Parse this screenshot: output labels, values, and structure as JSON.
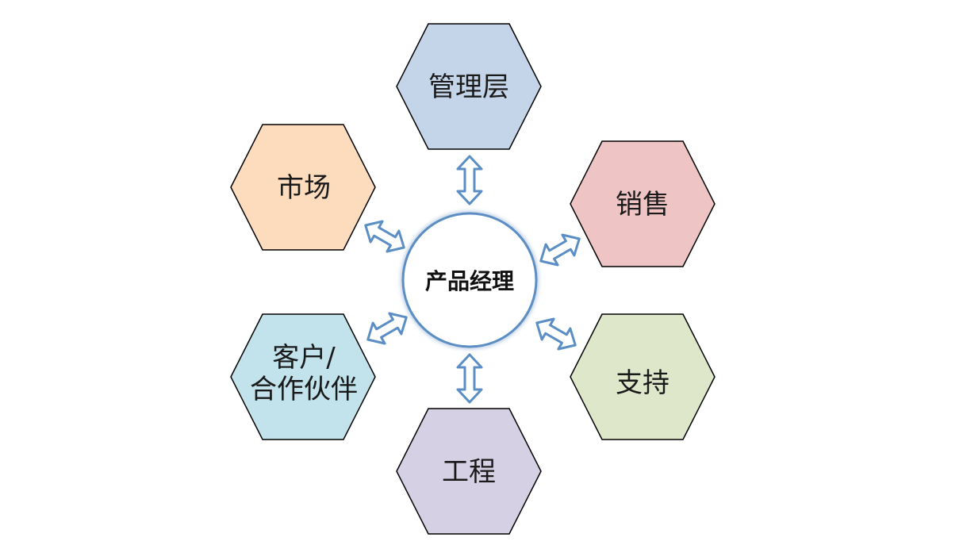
{
  "center": {
    "label": "产品经理",
    "stroke_color": "#5b8ec4"
  },
  "nodes": [
    {
      "id": "management",
      "label": "管理层",
      "fill": "#c5d5e9"
    },
    {
      "id": "market",
      "label": "市场",
      "fill": "#fcdcbd"
    },
    {
      "id": "sales",
      "label": "销售",
      "fill": "#eec4c4"
    },
    {
      "id": "customer",
      "label_lines": [
        "客户/",
        "合作伙伴"
      ],
      "fill": "#c2e3ec"
    },
    {
      "id": "support",
      "label": "支持",
      "fill": "#dfe7cb"
    },
    {
      "id": "engineering",
      "label": "工程",
      "fill": "#d6d0e4"
    }
  ],
  "connector_color": "#5b8ec4"
}
